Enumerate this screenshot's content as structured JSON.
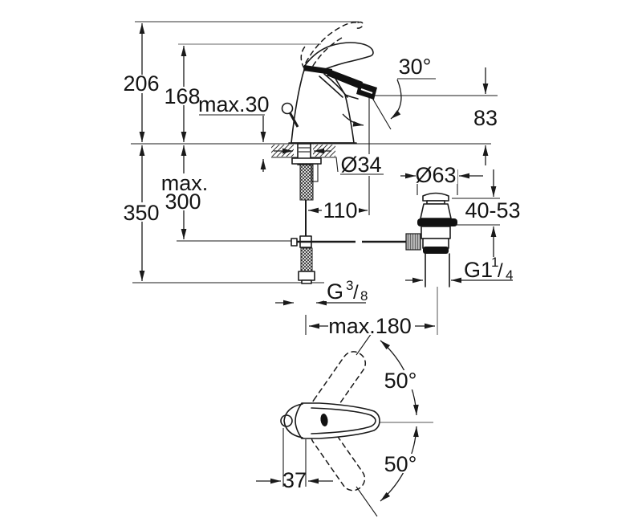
{
  "drawing": {
    "description": "single-lever basin mixer installation dimension drawing, side view with mounting/waste set and top view of handle swing",
    "colors": {
      "line": "#1a1a1a",
      "background": "#ffffff",
      "reference_line_dark": "#777777",
      "reference_line_light": "#999999",
      "knurl_gray": "#b5b5b5"
    },
    "labels": {
      "d206": "206",
      "d168": "168",
      "max30": "max.30",
      "angle30": "30°",
      "d83": "83",
      "dia34": "Ø34",
      "dia63": "Ø63",
      "range4053": "40-53",
      "max_word": "max.",
      "d300": "300",
      "d350": "350",
      "d110": "110",
      "g114_base": "G1",
      "g114_num": "1",
      "g114_slash": "/",
      "g114_den": "4",
      "g38_base": "G",
      "g38_num": "3",
      "g38_slash": "/",
      "g38_den": "8",
      "max180": "max.180",
      "swing_top": "50°",
      "swing_bottom": "50°",
      "d37": "37"
    }
  }
}
